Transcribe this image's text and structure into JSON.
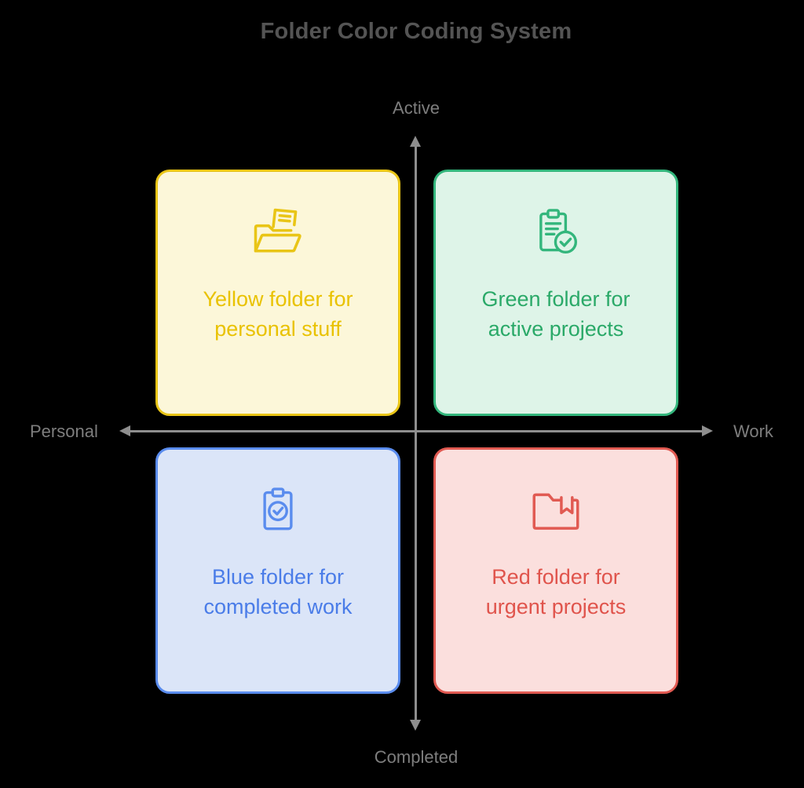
{
  "title": "Folder Color Coding System",
  "axes": {
    "top": "Active",
    "bottom": "Completed",
    "left": "Personal",
    "right": "Work"
  },
  "quadrants": [
    {
      "id": "top-left",
      "line1": "Yellow folder for",
      "line2": "personal stuff",
      "icon": "open-folder-with-document-icon",
      "border_color": "#E9C516",
      "background": "#FCF7D9",
      "text_color": "#E9C200"
    },
    {
      "id": "top-right",
      "line1": "Green folder for",
      "line2": "active projects",
      "icon": "clipboard-check-badge-icon",
      "border_color": "#33B67C",
      "background": "#DEF4E8",
      "text_color": "#2AA968"
    },
    {
      "id": "bottom-left",
      "line1": "Blue folder for",
      "line2": "completed work",
      "icon": "clipboard-check-icon",
      "border_color": "#5A8CEE",
      "background": "#DBE5F8",
      "text_color": "#4A7CE8"
    },
    {
      "id": "bottom-right",
      "line1": "Red folder for",
      "line2": "urgent projects",
      "icon": "folder-bookmark-icon",
      "border_color": "#E15A52",
      "background": "#FBDFDD",
      "text_color": "#E0544C"
    }
  ],
  "colors": {
    "background": "#000000",
    "title_text": "#545454",
    "axis": "#8E8E8E",
    "axis_label": "#7E7E7E"
  }
}
